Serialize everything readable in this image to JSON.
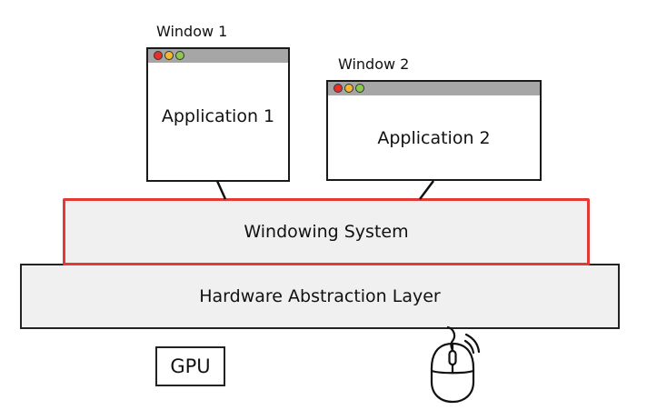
{
  "windows": [
    {
      "label": "Window 1",
      "app": "Application 1"
    },
    {
      "label": "Window 2",
      "app": "Application 2"
    }
  ],
  "traffic_lights": {
    "red": "#e8302a",
    "yellow": "#f2b830",
    "green": "#8ec74e"
  },
  "layers": {
    "windowing_system": {
      "label": "Windowing System",
      "highlight_color": "#e53935"
    },
    "hal": {
      "label": "Hardware Abstraction Layer"
    }
  },
  "devices": {
    "gpu": {
      "label": "GPU"
    },
    "mouse": {
      "icon": "mouse-icon"
    }
  }
}
